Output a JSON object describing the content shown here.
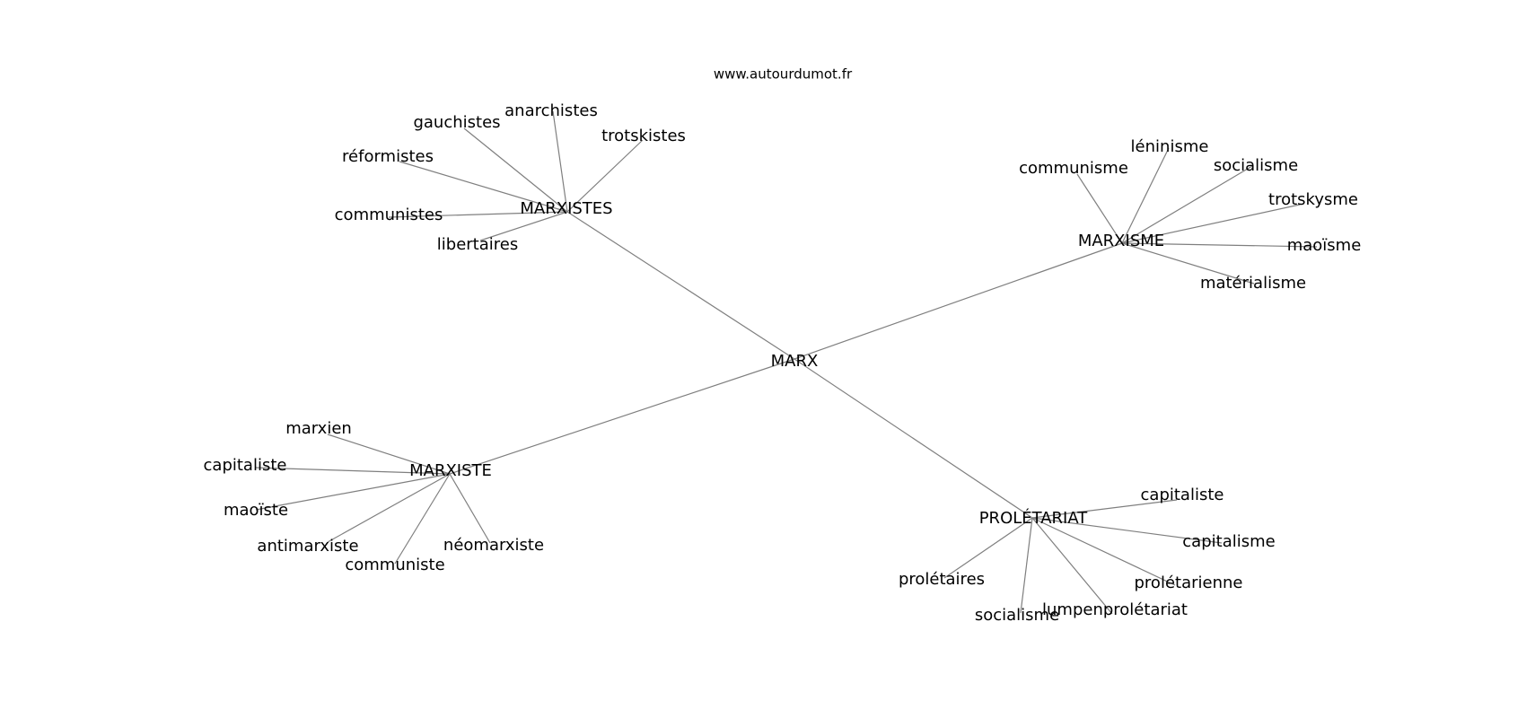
{
  "source": "www.autourdumot.fr",
  "root": "MARX",
  "groups": [
    {
      "hub": "MARXISTES",
      "leaves": [
        "anarchistes",
        "gauchistes",
        "trotskistes",
        "réformistes",
        "communistes",
        "libertaires"
      ]
    },
    {
      "hub": "MARXISME",
      "leaves": [
        "léninisme",
        "communisme",
        "socialisme",
        "trotskysme",
        "maoïsme",
        "matérialisme"
      ]
    },
    {
      "hub": "MARXISTE",
      "leaves": [
        "marxien",
        "capitaliste",
        "maoïste",
        "antimarxiste",
        "communiste",
        "néomarxiste"
      ]
    },
    {
      "hub": "PROLÉTARIAT",
      "leaves": [
        "capitaliste",
        "capitalisme",
        "prolétarienne",
        "lumpenprolétariat",
        "socialisme",
        "prolétaires"
      ]
    }
  ]
}
